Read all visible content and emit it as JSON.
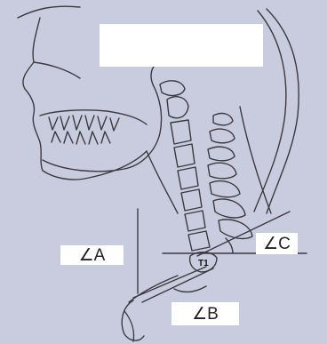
{
  "figure": {
    "vertebra_label": "T1",
    "angle_a_label": "∠A",
    "angle_b_label": "∠B",
    "angle_c_label": "∠C"
  },
  "colors": {
    "background": "#c9ccdf",
    "line": "#3a3a40",
    "label_box": "#ffffff"
  }
}
